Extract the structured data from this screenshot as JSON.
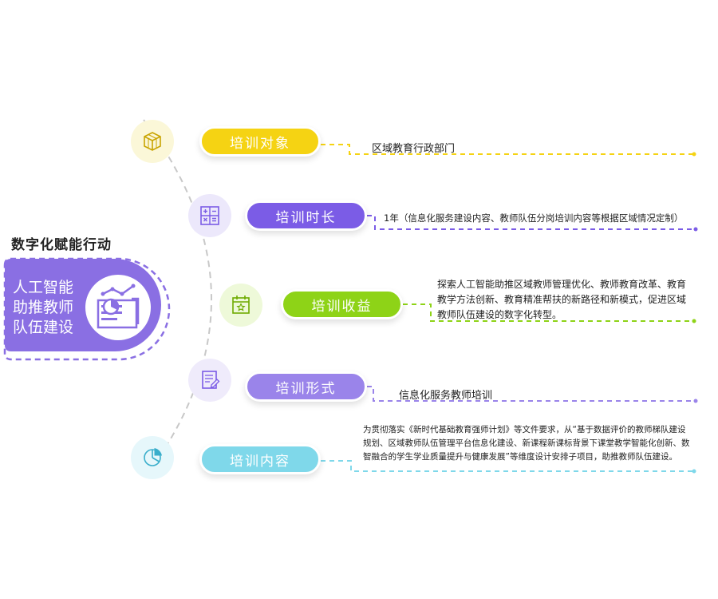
{
  "title": "数字化赋能行动",
  "hero_text": "人工智能\n助推教师\n队伍建设",
  "items": [
    {
      "label": "培训对象",
      "desc": "区域教育行政部门",
      "color": "#f5d313",
      "node_bg": "#fbf7d8",
      "icon": "cube-icon"
    },
    {
      "label": "培训时长",
      "desc": "1年（信息化服务建设内容、教师队伍分岗培训内容等根据区域情况定制）",
      "color": "#7b5ce6",
      "node_bg": "#ece8fb",
      "icon": "calculator-icon"
    },
    {
      "label": "培训收益",
      "desc": "探索人工智能助推区域教师管理优化、教师教育改革、教育教学方法创新、教育精准帮扶的新路径和新模式，促进区域教师队伍建设的数字化转型。",
      "color": "#8ed317",
      "node_bg": "#eef9d9",
      "icon": "calendar-star-icon"
    },
    {
      "label": "培训形式",
      "desc": "信息化服务教师培训",
      "color": "#9a84ea",
      "node_bg": "#efebfb",
      "icon": "document-edit-icon"
    },
    {
      "label": "培训内容",
      "desc": "为贯彻落实《新时代基础教育强师计划》等文件要求，从“基于数据评价的教师梯队建设规划、区域教师队伍管理平台信息化建设、新课程新课标背景下课堂教学智能化创新、数智融合的学生学业质量提升与健康发展”等维度设计安排子项目，助推教师队伍建设。",
      "color": "#7fd8ea",
      "node_bg": "#e6f7fb",
      "icon": "pie-chart-icon"
    }
  ],
  "colors": {
    "hero": "#8a6fe3",
    "hero_border": "#8a6fe3",
    "arc": "#c8c8c8"
  }
}
